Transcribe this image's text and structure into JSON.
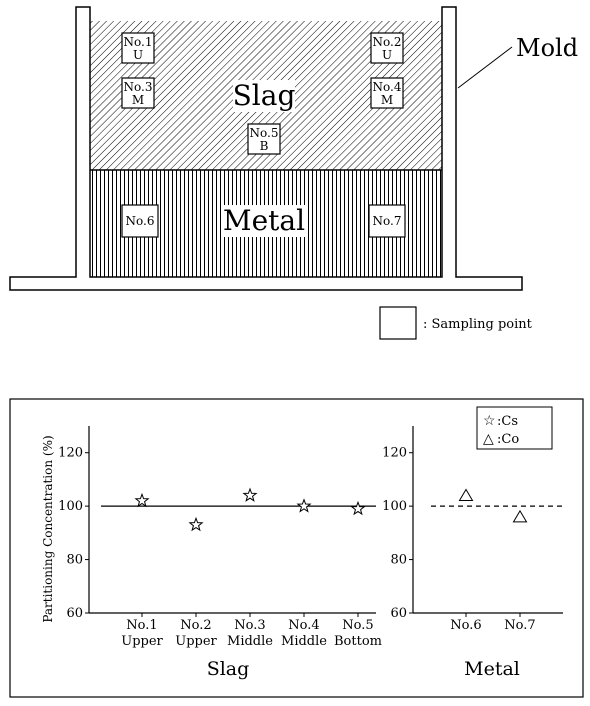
{
  "diagram": {
    "mold_label": "Mold",
    "slag_label": "Slag",
    "metal_label": "Metal",
    "sampling_legend": ": Sampling point",
    "sample_boxes": [
      {
        "line1": "No.1",
        "line2": "U"
      },
      {
        "line1": "No.2",
        "line2": "U"
      },
      {
        "line1": "No.3",
        "line2": "M"
      },
      {
        "line1": "No.4",
        "line2": "M"
      },
      {
        "line1": "No.5",
        "line2": "B"
      },
      {
        "line1": "No.6",
        "line2": ""
      },
      {
        "line1": "No.7",
        "line2": ""
      }
    ]
  },
  "chart_data": {
    "type": "scatter",
    "ylabel": "Partitioning Concentration (%)",
    "ylim": [
      60,
      130
    ],
    "yticks": [
      60,
      80,
      100,
      120
    ],
    "reference_line": 100,
    "legend": [
      {
        "symbol": "☆",
        "label": ":Cs"
      },
      {
        "symbol": "△",
        "label": ":Co"
      }
    ],
    "panels": [
      {
        "group_label": "Slag",
        "marker": "star",
        "categories": [
          {
            "line1": "No.1",
            "line2": "Upper"
          },
          {
            "line1": "No.2",
            "line2": "Upper"
          },
          {
            "line1": "No.3",
            "line2": "Middle"
          },
          {
            "line1": "No.4",
            "line2": "Middle"
          },
          {
            "line1": "No.5",
            "line2": "Bottom"
          }
        ],
        "values": [
          102,
          93,
          104,
          100,
          99
        ],
        "reference_style": "solid"
      },
      {
        "group_label": "Metal",
        "marker": "triangle",
        "categories": [
          {
            "line1": "No.6",
            "line2": ""
          },
          {
            "line1": "No.7",
            "line2": ""
          }
        ],
        "values": [
          104,
          96
        ],
        "reference_style": "dashed"
      }
    ]
  }
}
